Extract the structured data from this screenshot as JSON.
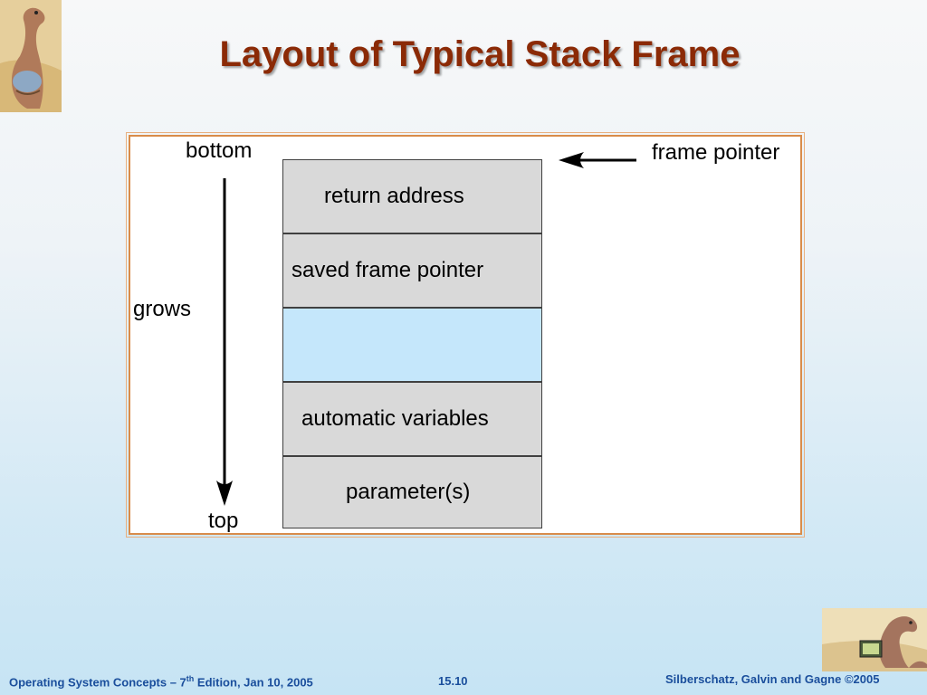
{
  "slide": {
    "title": "Layout of Typical Stack Frame"
  },
  "diagram": {
    "bottom_label": "bottom",
    "top_label": "top",
    "grows_label": "grows",
    "frame_pointer_label": "frame pointer",
    "cells": [
      {
        "label": "return address"
      },
      {
        "label": "saved frame pointer"
      },
      {
        "label": ""
      },
      {
        "label": "automatic variables"
      },
      {
        "label": "parameter(s)"
      }
    ]
  },
  "footer": {
    "left_pre": "Operating System Concepts – 7",
    "left_sup": "th",
    "left_post": " Edition, Jan 10, 2005",
    "page": "15.10",
    "right": "Silberschatz, Galvin and Gagne ©2005"
  },
  "colors": {
    "title": "#8b2a06",
    "cell_fill": "#d9d9d9",
    "cell_highlight": "#c5e7fb",
    "frame_border": "#d98c4a",
    "footer_text": "#1a4e9c"
  }
}
